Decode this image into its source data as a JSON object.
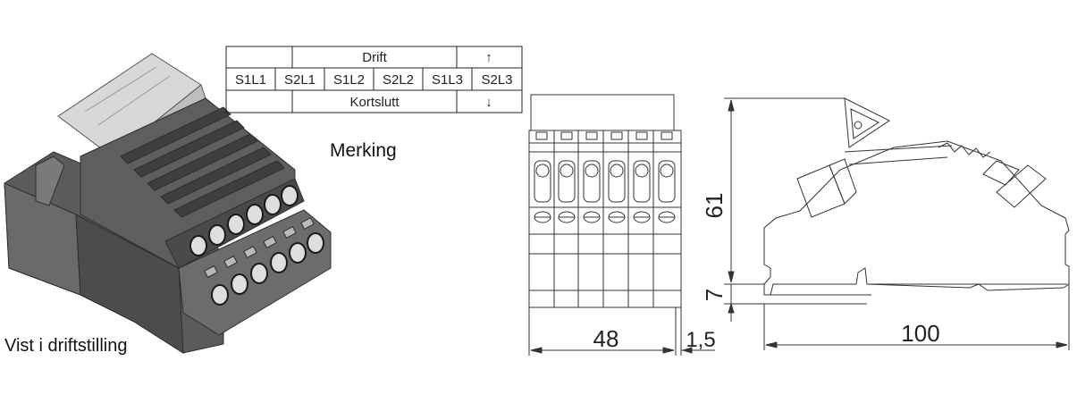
{
  "captions": {
    "view": "Vist i driftstilling",
    "marking": "Merking"
  },
  "marking_table": {
    "top_label": "Drift",
    "top_arrow": "↑",
    "cells": [
      "S1L1",
      "S2L1",
      "S1L2",
      "S2L2",
      "S1L3",
      "S2L3"
    ],
    "bottom_label": "Kortslutt",
    "bottom_arrow": "↓"
  },
  "dimensions": {
    "front_width": "48",
    "gap": "1,5",
    "height": "61",
    "rail": "7",
    "length": "100"
  }
}
